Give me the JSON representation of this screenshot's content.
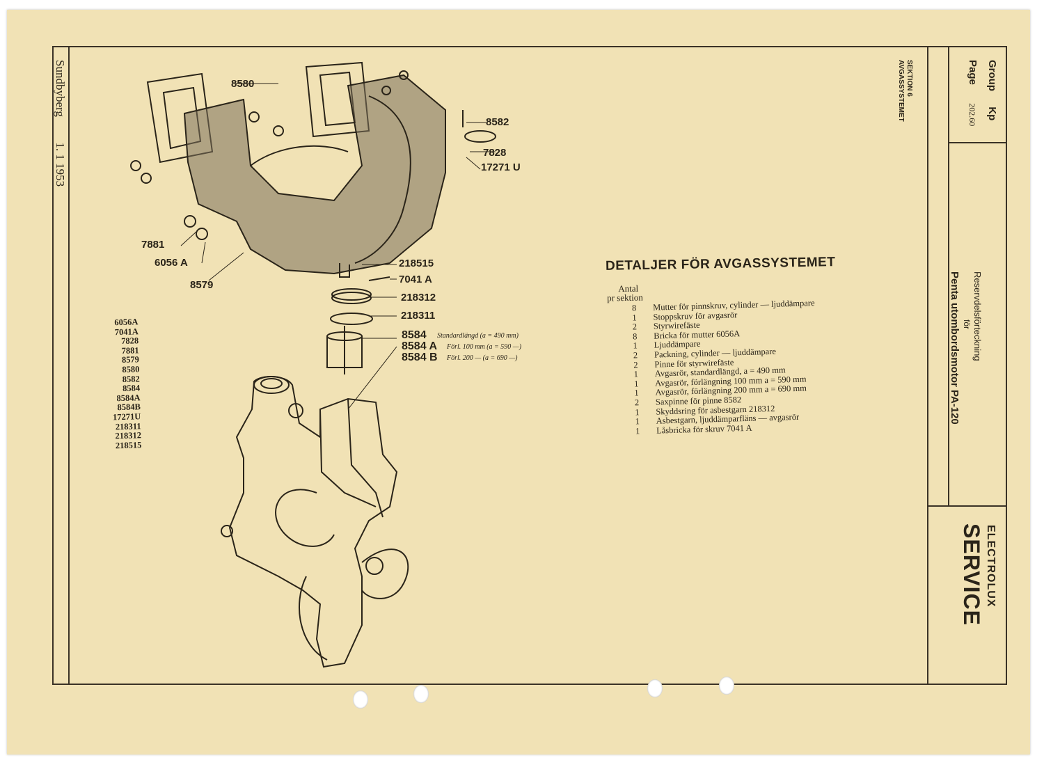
{
  "header": {
    "group_label": "Group",
    "group_value": "Kp",
    "page_label": "Page",
    "page_value": "202.60",
    "section_number": "SEKTION 6",
    "section_name": "AVGASSYSTEMET",
    "catalog_line1": "Reservdelsförteckning",
    "catalog_line2": "för",
    "catalog_line3": "Penta utombordsmotor PA-120"
  },
  "footer": {
    "place": "Sundbyberg",
    "date": "1. 1 1953"
  },
  "brand": {
    "line1": "ELECTROLUX",
    "line2": "SERVICE"
  },
  "diagram_labels": {
    "l8580": "8580",
    "l8582": "8582",
    "l7828": "7828",
    "l17271u": "17271 U",
    "l7881": "7881",
    "l6056a": "6056 A",
    "l8579": "8579",
    "l218515": "218515",
    "l7041a": "7041 A",
    "l218312": "218312",
    "l218311": "218311",
    "l8584": "8584",
    "l8584_note": "Standardlängd (a = 490 mm)",
    "l8584a": "8584 A",
    "l8584a_note": "Förl. 100 mm (a = 590 —)",
    "l8584b": "8584 B",
    "l8584b_note": "Förl. 200 — (a = 690 —)"
  },
  "parts_table": {
    "title": "DETALJER FÖR AVGASSYSTEMET",
    "qty_header_line1": "Antal",
    "qty_header_line2": "pr sektion",
    "rows": [
      {
        "code": "6056A",
        "qty": "8",
        "desc": "Mutter för pinnskruv, cylinder — ljuddämpare"
      },
      {
        "code": "7041A",
        "qty": "1",
        "desc": "Stoppskruv för avgasrör"
      },
      {
        "code": "7828",
        "qty": "2",
        "desc": "Styrwirefäste"
      },
      {
        "code": "7881",
        "qty": "8",
        "desc": "Bricka för mutter 6056A"
      },
      {
        "code": "8579",
        "qty": "1",
        "desc": "Ljuddämpare"
      },
      {
        "code": "8580",
        "qty": "2",
        "desc": "Packning, cylinder — ljuddämpare"
      },
      {
        "code": "8582",
        "qty": "2",
        "desc": "Pinne för styrwirefäste"
      },
      {
        "code": "8584",
        "qty": "1",
        "desc": "Avgasrör, standardlängd, a = 490 mm"
      },
      {
        "code": "8584A",
        "qty": "1",
        "desc": "Avgasrör, förlängning 100 mm a = 590 mm"
      },
      {
        "code": "8584B",
        "qty": "1",
        "desc": "Avgasrör, förlängning 200 mm a = 690 mm"
      },
      {
        "code": "17271U",
        "qty": "2",
        "desc": "Saxpinne för pinne 8582"
      },
      {
        "code": "218311",
        "qty": "1",
        "desc": "Skyddsring för asbestgarn 218312"
      },
      {
        "code": "218312",
        "qty": "1",
        "desc": "Asbestgarn, ljuddämparfläns — avgasrör"
      },
      {
        "code": "218515",
        "qty": "1",
        "desc": "Låsbricka för skruv 7041 A"
      }
    ]
  }
}
